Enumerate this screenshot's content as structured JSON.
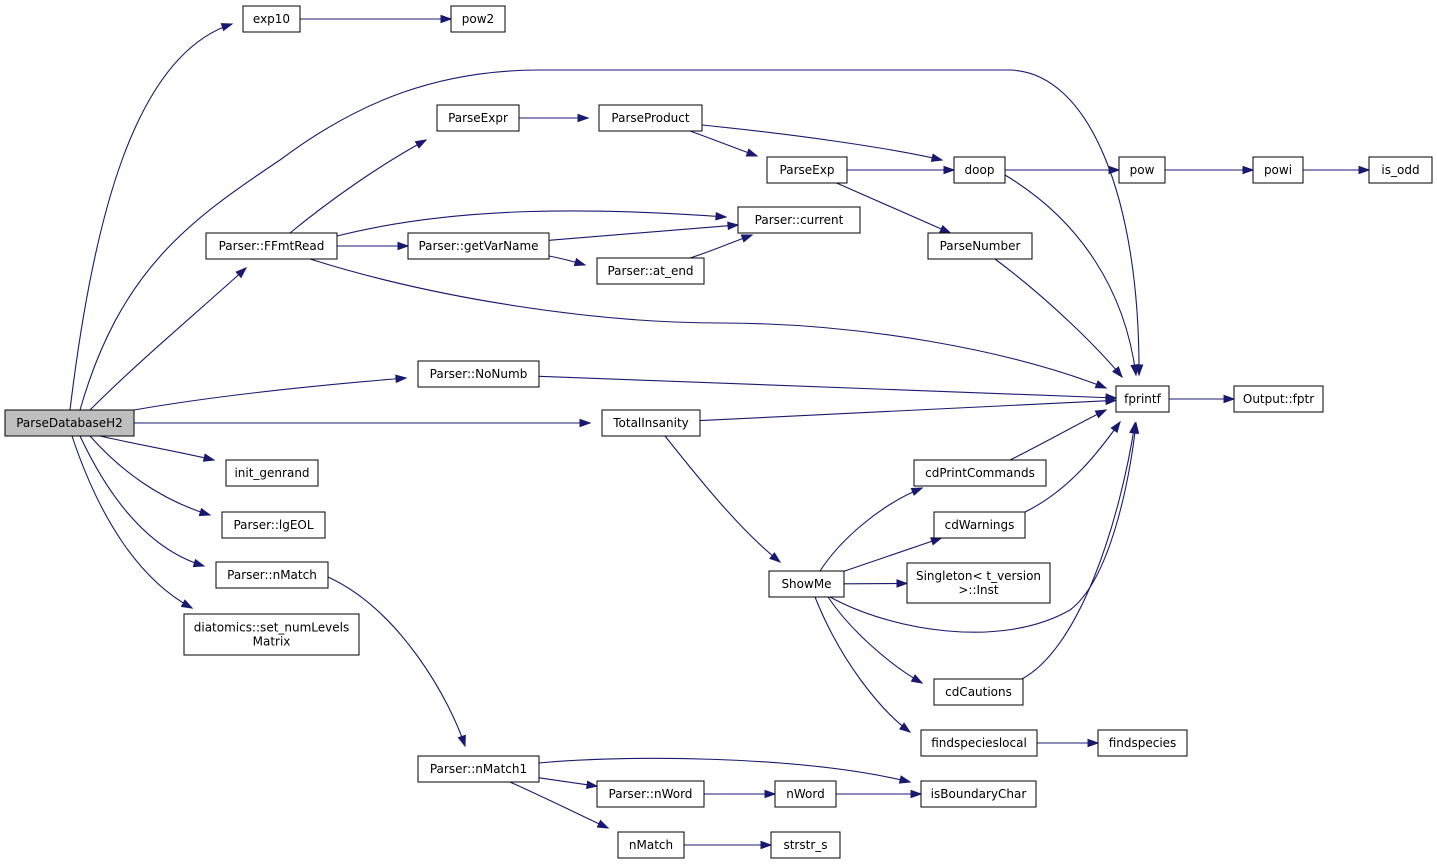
{
  "graph": {
    "colors": {
      "edge": "#191970",
      "node_fill": "#ffffff",
      "root_fill": "#bfbfbf",
      "border": "#000000"
    },
    "nodes": [
      {
        "id": "ParseDatabaseH2",
        "lines": [
          "ParseDatabaseH2"
        ],
        "root": true
      },
      {
        "id": "exp10",
        "lines": [
          "exp10"
        ]
      },
      {
        "id": "pow2",
        "lines": [
          "pow2"
        ]
      },
      {
        "id": "ParseExpr",
        "lines": [
          "ParseExpr"
        ]
      },
      {
        "id": "ParseProduct",
        "lines": [
          "ParseProduct"
        ]
      },
      {
        "id": "ParseExp",
        "lines": [
          "ParseExp"
        ]
      },
      {
        "id": "doop",
        "lines": [
          "doop"
        ]
      },
      {
        "id": "pow",
        "lines": [
          "pow"
        ]
      },
      {
        "id": "powi",
        "lines": [
          "powi"
        ]
      },
      {
        "id": "is_odd",
        "lines": [
          "is_odd"
        ]
      },
      {
        "id": "Parser_FFmtRead",
        "lines": [
          "Parser::FFmtRead"
        ]
      },
      {
        "id": "Parser_getVarName",
        "lines": [
          "Parser::getVarName"
        ]
      },
      {
        "id": "Parser_current",
        "lines": [
          "Parser::current"
        ]
      },
      {
        "id": "Parser_at_end",
        "lines": [
          "Parser::at_end"
        ]
      },
      {
        "id": "ParseNumber",
        "lines": [
          "ParseNumber"
        ]
      },
      {
        "id": "Parser_NoNumb",
        "lines": [
          "Parser::NoNumb"
        ]
      },
      {
        "id": "fprintf",
        "lines": [
          "fprintf"
        ]
      },
      {
        "id": "Output_fptr",
        "lines": [
          "Output::fptr"
        ]
      },
      {
        "id": "TotalInsanity",
        "lines": [
          "TotalInsanity"
        ]
      },
      {
        "id": "init_genrand",
        "lines": [
          "init_genrand"
        ]
      },
      {
        "id": "cdPrintCommands",
        "lines": [
          "cdPrintCommands"
        ]
      },
      {
        "id": "Parser_lgEOL",
        "lines": [
          "Parser::lgEOL"
        ]
      },
      {
        "id": "cdWarnings",
        "lines": [
          "cdWarnings"
        ]
      },
      {
        "id": "Parser_nMatch",
        "lines": [
          "Parser::nMatch"
        ]
      },
      {
        "id": "ShowMe",
        "lines": [
          "ShowMe"
        ]
      },
      {
        "id": "Singleton_Inst",
        "lines": [
          "Singleton< t_version",
          ">::Inst"
        ]
      },
      {
        "id": "diatomics_set",
        "lines": [
          "diatomics::set_numLevels",
          "Matrix"
        ]
      },
      {
        "id": "cdCautions",
        "lines": [
          "cdCautions"
        ]
      },
      {
        "id": "findspecieslocal",
        "lines": [
          "findspecieslocal"
        ]
      },
      {
        "id": "findspecies",
        "lines": [
          "findspecies"
        ]
      },
      {
        "id": "Parser_nMatch1",
        "lines": [
          "Parser::nMatch1"
        ]
      },
      {
        "id": "isBoundaryChar",
        "lines": [
          "isBoundaryChar"
        ]
      },
      {
        "id": "Parser_nWord",
        "lines": [
          "Parser::nWord"
        ]
      },
      {
        "id": "nWord",
        "lines": [
          "nWord"
        ]
      },
      {
        "id": "nMatch",
        "lines": [
          "nMatch"
        ]
      },
      {
        "id": "strstr_s",
        "lines": [
          "strstr_s"
        ]
      }
    ],
    "edges": [
      [
        "ParseDatabaseH2",
        "exp10"
      ],
      [
        "exp10",
        "pow2"
      ],
      [
        "ParseDatabaseH2",
        "fprintf"
      ],
      [
        "ParseDatabaseH2",
        "Parser_FFmtRead"
      ],
      [
        "ParseDatabaseH2",
        "Parser_NoNumb"
      ],
      [
        "ParseDatabaseH2",
        "TotalInsanity"
      ],
      [
        "ParseDatabaseH2",
        "init_genrand"
      ],
      [
        "ParseDatabaseH2",
        "Parser_lgEOL"
      ],
      [
        "ParseDatabaseH2",
        "Parser_nMatch"
      ],
      [
        "ParseDatabaseH2",
        "diatomics_set"
      ],
      [
        "Parser_FFmtRead",
        "ParseExpr"
      ],
      [
        "Parser_FFmtRead",
        "Parser_current"
      ],
      [
        "Parser_FFmtRead",
        "Parser_getVarName"
      ],
      [
        "Parser_FFmtRead",
        "fprintf"
      ],
      [
        "ParseExpr",
        "ParseProduct"
      ],
      [
        "ParseProduct",
        "ParseExp"
      ],
      [
        "ParseProduct",
        "doop"
      ],
      [
        "ParseExp",
        "doop"
      ],
      [
        "ParseExp",
        "ParseNumber"
      ],
      [
        "doop",
        "pow"
      ],
      [
        "doop",
        "fprintf"
      ],
      [
        "pow",
        "powi"
      ],
      [
        "powi",
        "is_odd"
      ],
      [
        "Parser_getVarName",
        "Parser_current"
      ],
      [
        "Parser_getVarName",
        "Parser_at_end"
      ],
      [
        "Parser_at_end",
        "Parser_current"
      ],
      [
        "ParseNumber",
        "fprintf"
      ],
      [
        "Parser_NoNumb",
        "fprintf"
      ],
      [
        "TotalInsanity",
        "fprintf"
      ],
      [
        "TotalInsanity",
        "ShowMe"
      ],
      [
        "fprintf",
        "Output_fptr"
      ],
      [
        "ShowMe",
        "cdPrintCommands"
      ],
      [
        "ShowMe",
        "cdWarnings"
      ],
      [
        "ShowMe",
        "Singleton_Inst"
      ],
      [
        "ShowMe",
        "fprintf"
      ],
      [
        "ShowMe",
        "cdCautions"
      ],
      [
        "ShowMe",
        "findspecieslocal"
      ],
      [
        "cdPrintCommands",
        "fprintf"
      ],
      [
        "cdWarnings",
        "fprintf"
      ],
      [
        "cdCautions",
        "fprintf"
      ],
      [
        "findspecieslocal",
        "findspecies"
      ],
      [
        "Parser_nMatch",
        "Parser_nMatch1"
      ],
      [
        "Parser_nMatch1",
        "isBoundaryChar"
      ],
      [
        "Parser_nMatch1",
        "Parser_nWord"
      ],
      [
        "Parser_nMatch1",
        "nMatch"
      ],
      [
        "Parser_nWord",
        "nWord"
      ],
      [
        "nWord",
        "isBoundaryChar"
      ],
      [
        "nMatch",
        "strstr_s"
      ]
    ]
  }
}
